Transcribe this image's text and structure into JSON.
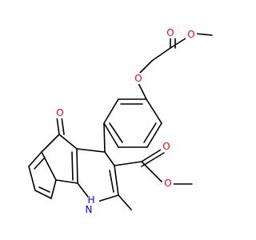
{
  "molecule": {
    "colors": {
      "bond": "#000000",
      "oxygen": "#ff0000",
      "nitrogen": "#0000ff",
      "background": "#ffffff"
    },
    "atom_labels": {
      "ester_top_carbonyl_o": "O",
      "ester_top_ether_o": "O",
      "ether_o": "O",
      "ketone_o": "O",
      "ester_bottom_carbonyl_o": "O",
      "ester_bottom_ether_o": "O",
      "nh_h": "H",
      "nh_n": "N"
    }
  }
}
